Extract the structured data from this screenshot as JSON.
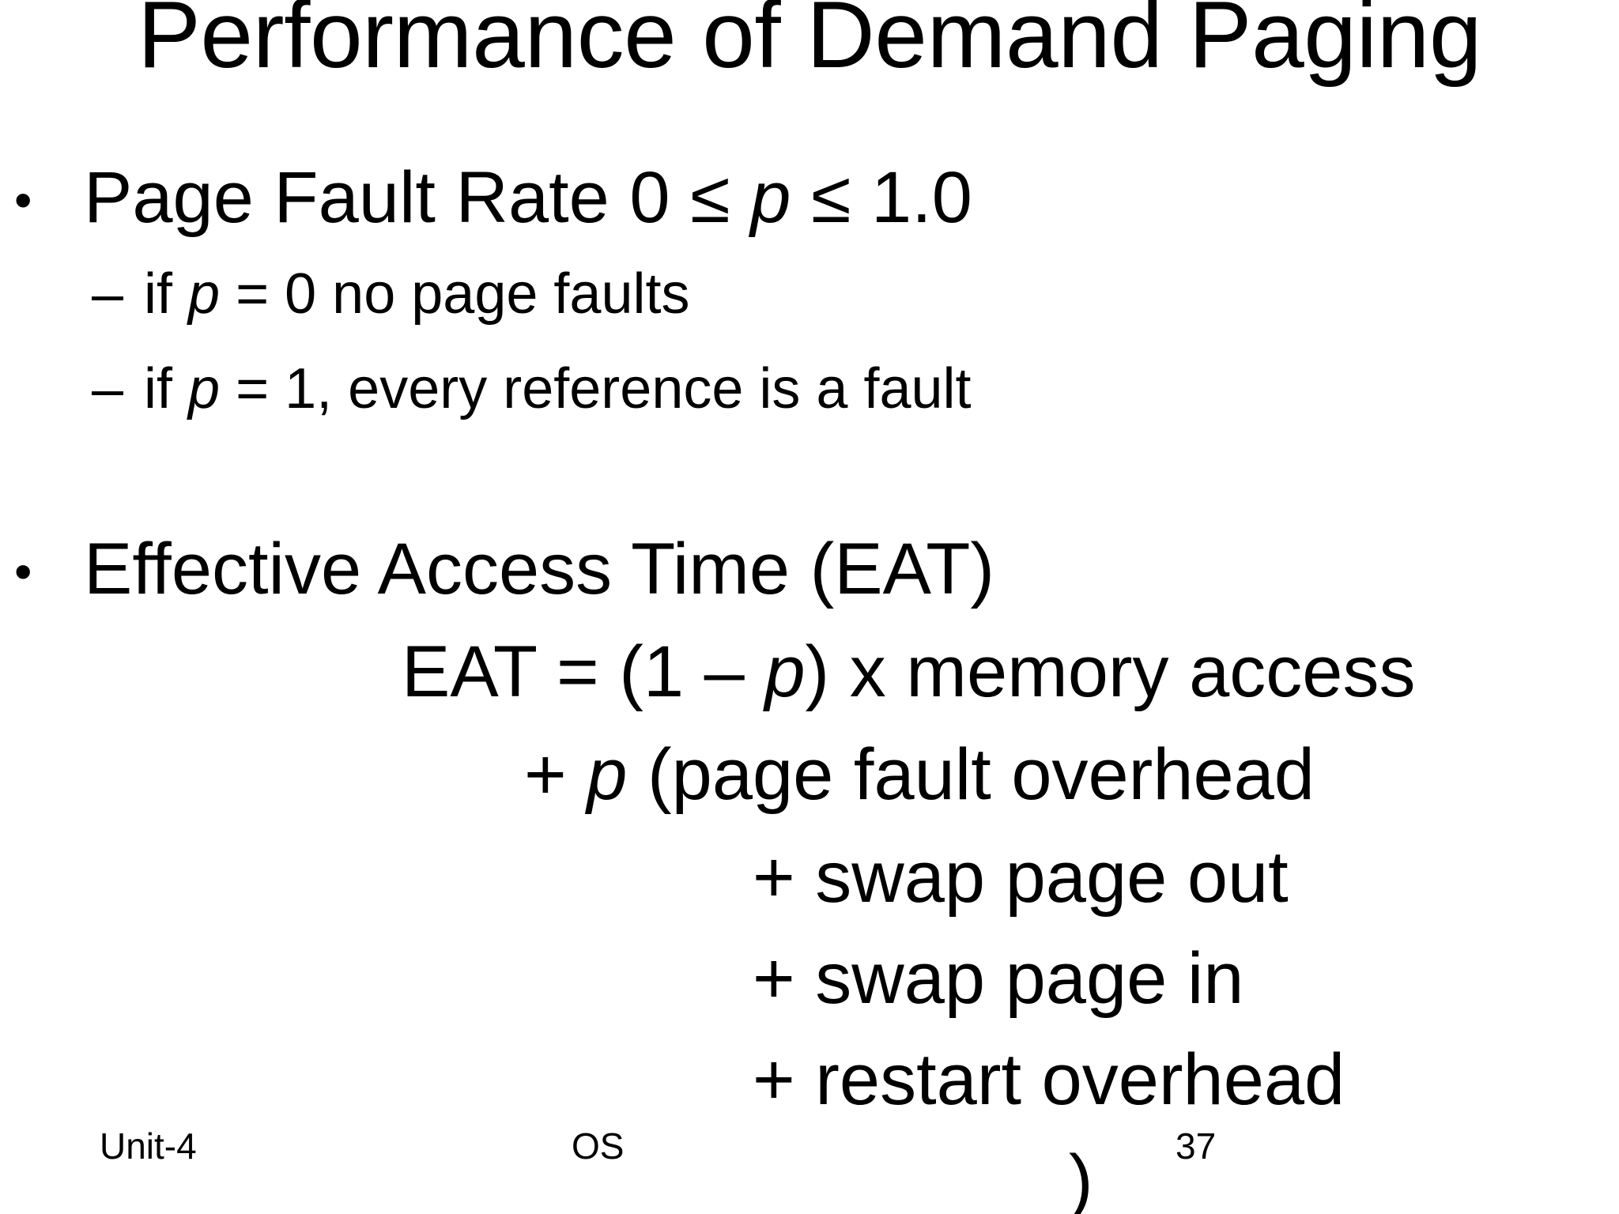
{
  "slide": {
    "title": "Performance of Demand Paging",
    "background_color": "#ffffff",
    "text_color": "#000000",
    "page_number": "37"
  },
  "bullets": [
    {
      "marker": "•",
      "level": 1,
      "parts": [
        {
          "text": "Page Fault Rate 0 ",
          "italic": false
        },
        {
          "text": "≤",
          "italic": false
        },
        {
          "text": " ",
          "italic": false
        },
        {
          "text": "p",
          "italic": true
        },
        {
          "text": " ",
          "italic": false
        },
        {
          "text": "≤",
          "italic": false
        },
        {
          "text": " 1.0",
          "italic": false
        }
      ],
      "plain": "Page Fault Rate 0 ≤ p ≤ 1.0"
    },
    {
      "marker": "–",
      "level": 2,
      "parts": [
        {
          "text": "if ",
          "italic": false
        },
        {
          "text": "p",
          "italic": true
        },
        {
          "text": " = 0 no page faults",
          "italic": false
        }
      ],
      "plain": "if p = 0 no page faults"
    },
    {
      "marker": "–",
      "level": 2,
      "parts": [
        {
          "text": "if ",
          "italic": false
        },
        {
          "text": "p",
          "italic": true
        },
        {
          "text": " = 1, every reference is a fault",
          "italic": false
        }
      ],
      "plain": "if p = 1, every reference is a fault"
    },
    {
      "marker": "•",
      "level": 1,
      "parts": [
        {
          "text": "Effective Access Time (EAT)",
          "italic": false
        }
      ],
      "plain": "Effective Access Time (EAT)"
    }
  ],
  "formula_lines": [
    {
      "parts": [
        {
          "text": "EAT = (1 – ",
          "italic": false
        },
        {
          "text": "p",
          "italic": true
        },
        {
          "text": ") x memory access",
          "italic": false
        }
      ],
      "plain": "EAT = (1 – p) x memory access"
    },
    {
      "parts": [
        {
          "text": "+ ",
          "italic": false
        },
        {
          "text": "p",
          "italic": true
        },
        {
          "text": " (page fault overhead",
          "italic": false
        }
      ],
      "plain": "+ p (page fault overhead"
    },
    {
      "parts": [
        {
          "text": "+ swap page out",
          "italic": false
        }
      ],
      "plain": "+ swap page out"
    },
    {
      "parts": [
        {
          "text": "+ swap page in",
          "italic": false
        }
      ],
      "plain": "+ swap page in"
    },
    {
      "parts": [
        {
          "text": "+ restart overhead",
          "italic": false
        }
      ],
      "plain": "+ restart overhead"
    }
  ],
  "orphan_paren": ")",
  "footer": {
    "unit": "Unit-4",
    "course": "OS",
    "page_number": "37"
  }
}
